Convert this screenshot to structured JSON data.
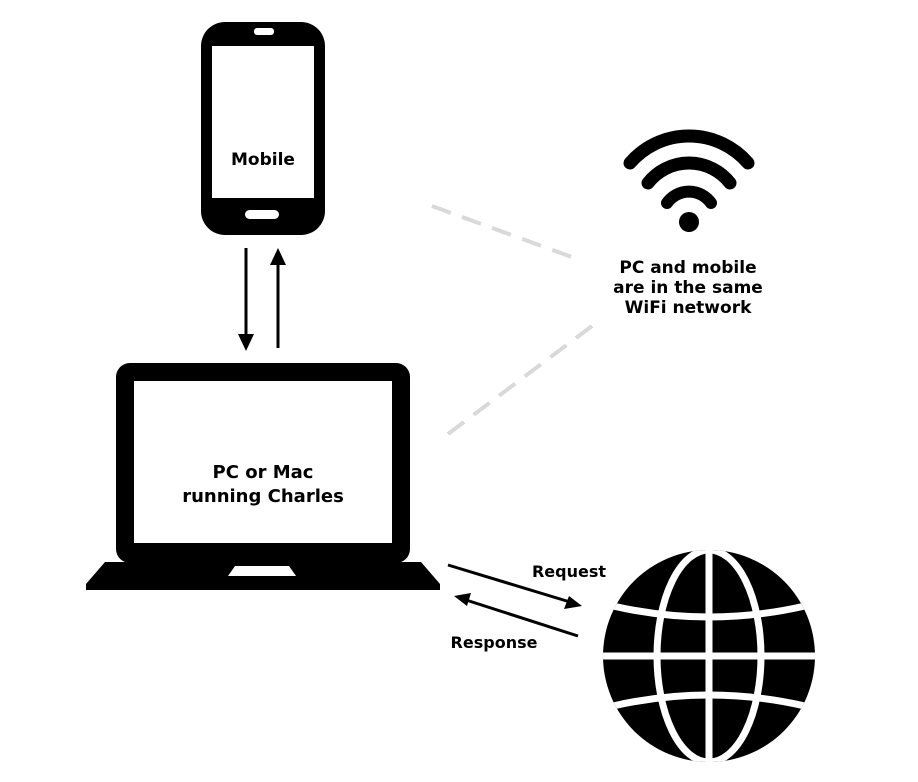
{
  "nodes": {
    "mobile": {
      "label": "Mobile",
      "icon": "smartphone-icon"
    },
    "laptop": {
      "label_line1": "PC or Mac",
      "label_line2": "running Charles",
      "icon": "laptop-icon"
    },
    "wifi": {
      "label_line1": "PC and mobile",
      "label_line2": "are in the same",
      "label_line3": "WiFi network",
      "icon": "wifi-icon"
    },
    "internet": {
      "icon": "globe-icon"
    }
  },
  "edges": {
    "request": {
      "label": "Request"
    },
    "response": {
      "label": "Response"
    }
  },
  "colors": {
    "ink": "#000000",
    "screen": "#ffffff",
    "dash": "#d9d9d9"
  }
}
